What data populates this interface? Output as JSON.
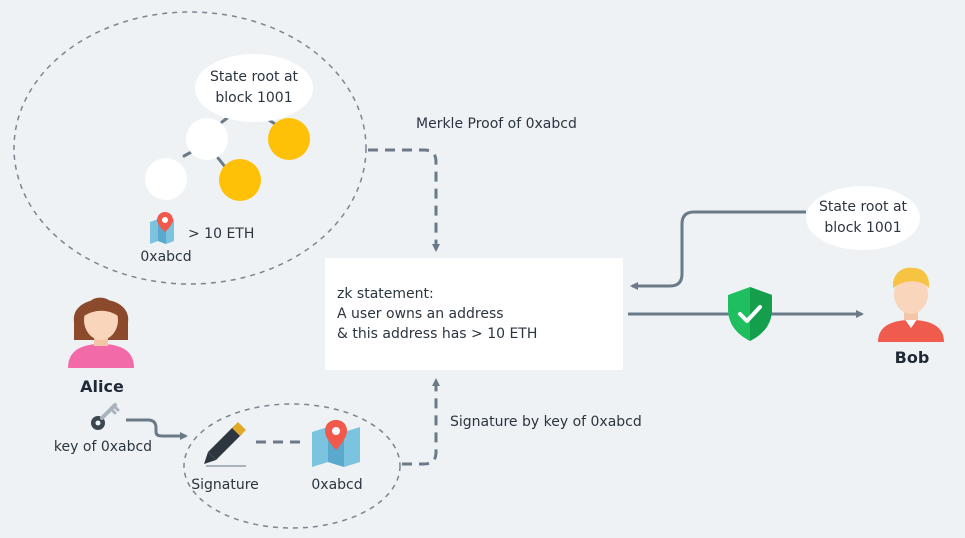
{
  "merkle_area": {
    "bubble_text_line1": "State root at",
    "bubble_text_line2": "block 1001",
    "address_label": "0xabcd",
    "balance_label": "> 10 ETH"
  },
  "merkle_proof_label": "Merkle Proof of 0xabcd",
  "signature_by_label": "Signature by key of 0xabcd",
  "statement": {
    "line1": "zk statement:",
    "line2": "A user owns an address",
    "line3": "& this address has > 10 ETH"
  },
  "alice": {
    "name": "Alice",
    "key_label": "key of 0xabcd"
  },
  "signature_area": {
    "signature_label": "Signature",
    "address_label": "0xabcd"
  },
  "bob": {
    "name": "Bob",
    "bubble_text_line1": "State root at",
    "bubble_text_line2": "block 1001"
  },
  "colors": {
    "background": "#eef2f5",
    "connector": "#6b7a88",
    "gold_node": "#ffc107",
    "shield": "#1fbf5f",
    "alice_shirt": "#f26ba8",
    "bob_shirt": "#ef5b4c"
  },
  "icons": [
    "map-pin-icon",
    "key-icon",
    "pen-icon",
    "map-icon",
    "shield-check-icon",
    "alice-avatar",
    "bob-avatar"
  ]
}
